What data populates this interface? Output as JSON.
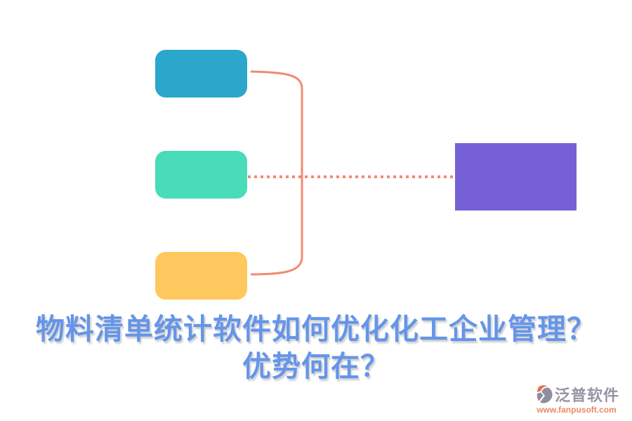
{
  "diagram": {
    "nodes": [
      {
        "id": "node-top",
        "label": "",
        "color": "#2AA7CB"
      },
      {
        "id": "node-middle",
        "label": "",
        "color": "#48DCB8"
      },
      {
        "id": "node-bottom",
        "label": "",
        "color": "#FFC85E"
      },
      {
        "id": "node-result",
        "label": "",
        "color": "#7560D5"
      }
    ],
    "connector_color": "#F18A73"
  },
  "title": {
    "line1": "物料清单统计软件如何优化化工企业管理？",
    "line2": "优势何在？",
    "color": "#6595E9"
  },
  "footer_logo": {
    "name": "泛普软件",
    "url": "www.fanpusoft.com",
    "name_color": "#9893A5",
    "url_color": "#EA8A62",
    "mark_gray": "#908D9E",
    "mark_orange": "#E4734F"
  }
}
